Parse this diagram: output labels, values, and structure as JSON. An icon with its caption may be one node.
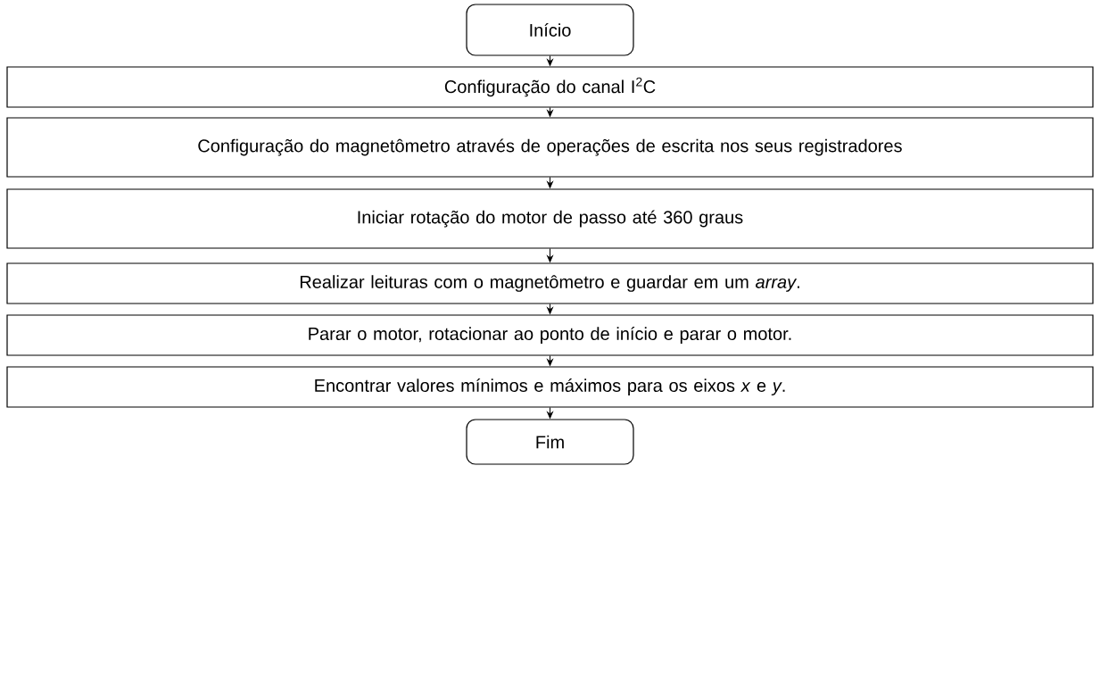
{
  "diagram": {
    "nodes": [
      {
        "text": [
          "Início"
        ]
      },
      {
        "text": [
          "Configuração do canal I$^{2}$C"
        ]
      },
      {
        "text": [
          "Configuração do magnetômetro através de operações de escrita nos seus registradores"
        ]
      },
      {
        "text": [
          "Iniciar rotação do motor de passo até 360 graus"
        ]
      },
      {
        "text": [
          "Realizar leituras com o magnetômetro e guardar em um *array*."
        ]
      },
      {
        "text": [
          "Parar o motor, rotacionar ao ponto de início e parar o motor."
        ]
      },
      {
        "text": [
          "Encontrar valores mínimos e máximos para os eixos *x* e *y*."
        ]
      },
      {
        "text": [
          "Fim"
        ]
      }
    ],
    "edges": [
      {
        "from": 0,
        "to": 1,
        "arrow": "to"
      },
      {
        "from": 1,
        "to": 2,
        "arrow": "to"
      },
      {
        "from": 2,
        "to": 3,
        "arrow": "to"
      },
      {
        "from": 3,
        "to": 4,
        "arrow": "to"
      },
      {
        "from": 4,
        "to": 5,
        "arrow": "to"
      },
      {
        "from": 5,
        "to": 6,
        "arrow": "to"
      },
      {
        "from": 6,
        "to": 7,
        "arrow": "to"
      }
    ]
  }
}
